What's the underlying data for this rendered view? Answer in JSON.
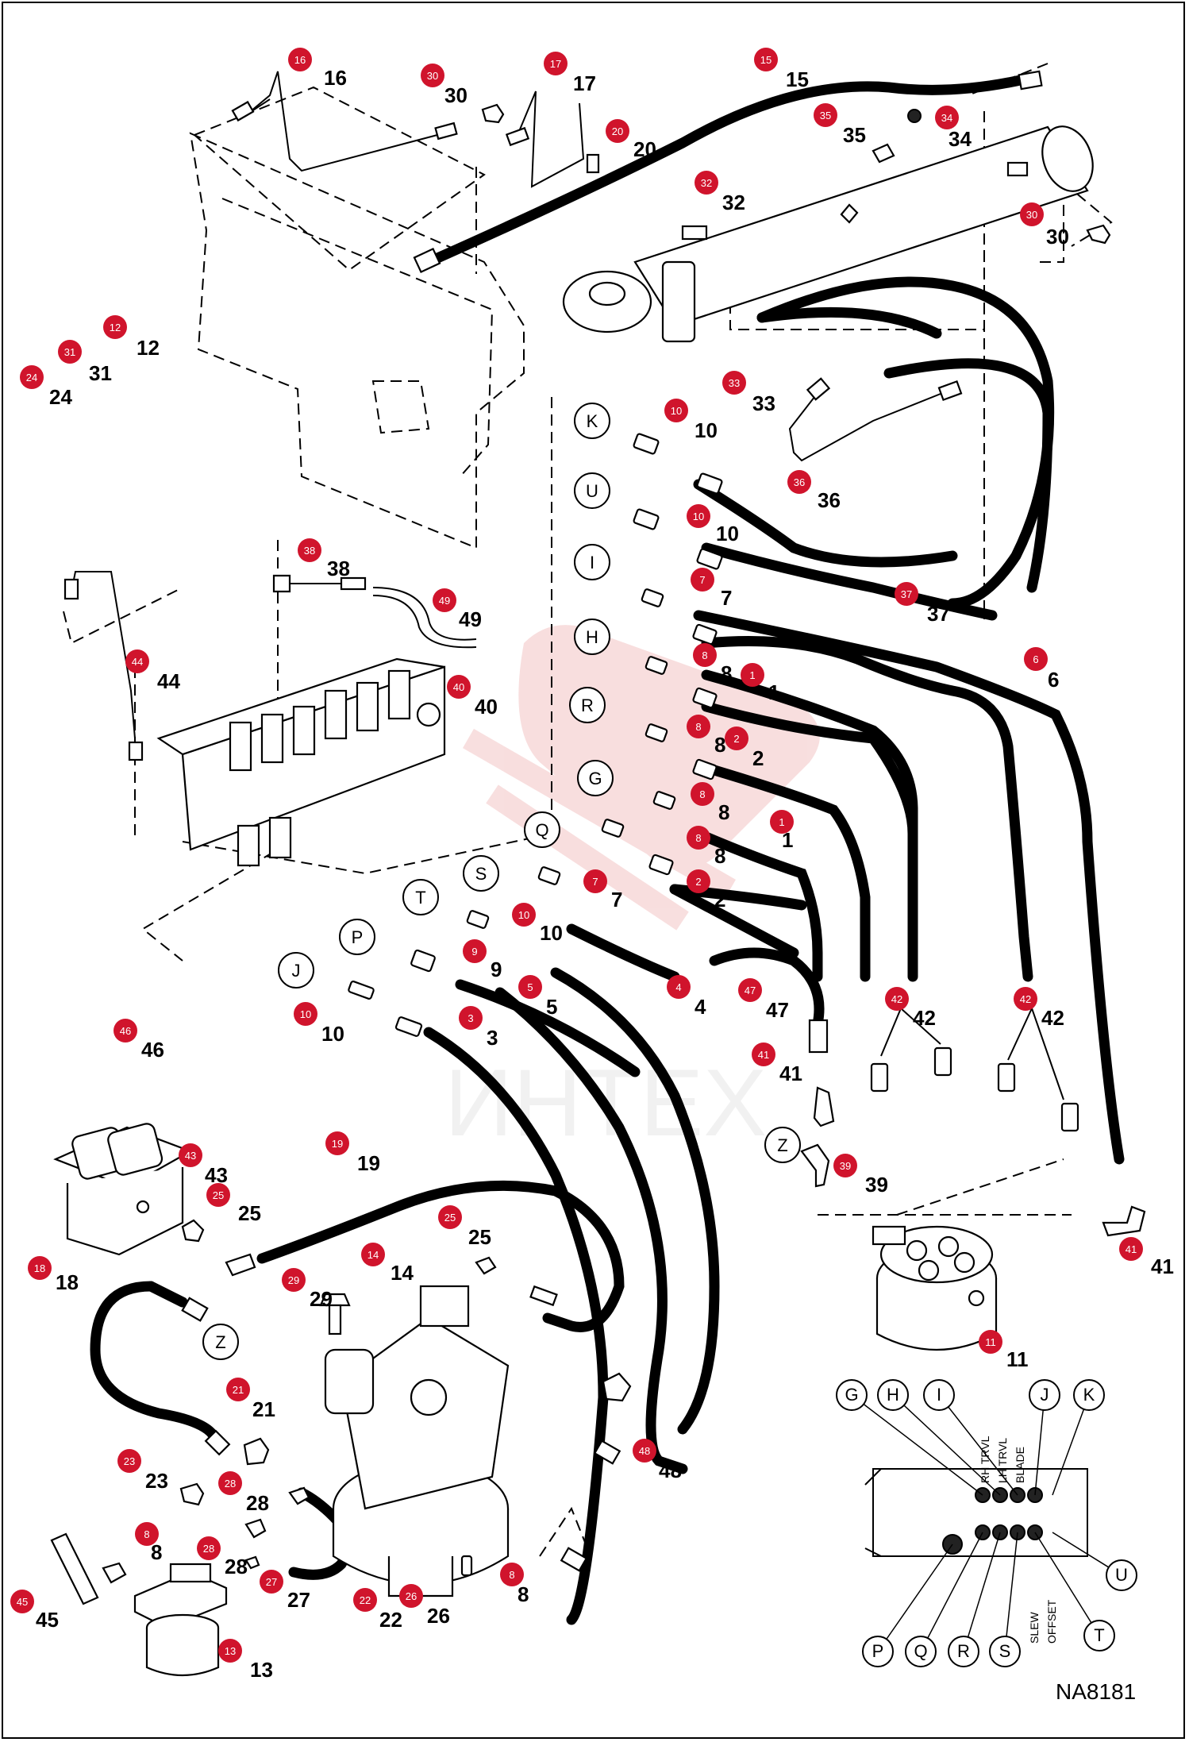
{
  "watermark": "ИНТЕХ",
  "figure_code": "NA8181",
  "colors": {
    "callout": "#d0142c",
    "line": "#000000",
    "watermark": "#e8a0a0"
  },
  "callouts": [
    {
      "label": "16",
      "num": "16"
    },
    {
      "label": "30",
      "num": "30"
    },
    {
      "label": "17",
      "num": "17"
    },
    {
      "label": "20",
      "num": "20"
    },
    {
      "label": "15",
      "num": "15"
    },
    {
      "label": "35",
      "num": "35"
    },
    {
      "label": "34",
      "num": "34"
    },
    {
      "label": "32",
      "num": "32"
    },
    {
      "label": "30",
      "num": "30"
    },
    {
      "label": "12",
      "num": "12"
    },
    {
      "label": "31",
      "num": "31"
    },
    {
      "label": "24",
      "num": "24"
    },
    {
      "label": "33",
      "num": "33"
    },
    {
      "label": "10",
      "num": "10"
    },
    {
      "label": "36",
      "num": "36"
    },
    {
      "label": "10",
      "num": "10"
    },
    {
      "label": "38",
      "num": "38"
    },
    {
      "label": "7",
      "num": "7"
    },
    {
      "label": "37",
      "num": "37"
    },
    {
      "label": "49",
      "num": "49"
    },
    {
      "label": "8",
      "num": "8"
    },
    {
      "label": "6",
      "num": "6"
    },
    {
      "label": "44",
      "num": "44"
    },
    {
      "label": "1",
      "num": "1"
    },
    {
      "label": "40",
      "num": "40"
    },
    {
      "label": "8",
      "num": "8"
    },
    {
      "label": "2",
      "num": "2"
    },
    {
      "label": "8",
      "num": "8"
    },
    {
      "label": "1",
      "num": "1"
    },
    {
      "label": "8",
      "num": "8"
    },
    {
      "label": "2",
      "num": "2"
    },
    {
      "label": "7",
      "num": "7"
    },
    {
      "label": "10",
      "num": "10"
    },
    {
      "label": "9",
      "num": "9"
    },
    {
      "label": "47",
      "num": "47"
    },
    {
      "label": "5",
      "num": "5"
    },
    {
      "label": "4",
      "num": "4"
    },
    {
      "label": "42",
      "num": "42"
    },
    {
      "label": "42",
      "num": "42"
    },
    {
      "label": "3",
      "num": "3"
    },
    {
      "label": "10",
      "num": "10"
    },
    {
      "label": "46",
      "num": "46"
    },
    {
      "label": "41",
      "num": "41"
    },
    {
      "label": "39",
      "num": "39"
    },
    {
      "label": "19",
      "num": "19"
    },
    {
      "label": "43",
      "num": "43"
    },
    {
      "label": "25",
      "num": "25"
    },
    {
      "label": "25",
      "num": "25"
    },
    {
      "label": "41",
      "num": "41"
    },
    {
      "label": "18",
      "num": "18"
    },
    {
      "label": "29",
      "num": "29"
    },
    {
      "label": "14",
      "num": "14"
    },
    {
      "label": "11",
      "num": "11"
    },
    {
      "label": "21",
      "num": "21"
    },
    {
      "label": "48",
      "num": "48"
    },
    {
      "label": "23",
      "num": "23"
    },
    {
      "label": "28",
      "num": "28"
    },
    {
      "label": "8",
      "num": "8"
    },
    {
      "label": "28",
      "num": "28"
    },
    {
      "label": "27",
      "num": "27"
    },
    {
      "label": "22",
      "num": "22"
    },
    {
      "label": "26",
      "num": "26"
    },
    {
      "label": "8",
      "num": "8"
    },
    {
      "label": "45",
      "num": "45"
    },
    {
      "label": "13",
      "num": "13"
    }
  ],
  "port_letters": [
    {
      "letter": "K"
    },
    {
      "letter": "U"
    },
    {
      "letter": "I"
    },
    {
      "letter": "H"
    },
    {
      "letter": "R"
    },
    {
      "letter": "G"
    },
    {
      "letter": "Q"
    },
    {
      "letter": "S"
    },
    {
      "letter": "T"
    },
    {
      "letter": "P"
    },
    {
      "letter": "J"
    },
    {
      "letter": "Z"
    },
    {
      "letter": "Z"
    }
  ],
  "valve_inset": {
    "top_ports": [
      "G",
      "H",
      "I",
      "J",
      "K"
    ],
    "bottom_ports": [
      "P",
      "Q",
      "R",
      "S",
      "T",
      "U"
    ],
    "top_labels": [
      "RH TRVL",
      "LH TRVL",
      "BLADE"
    ],
    "bottom_labels": [
      "SLEW",
      "OFFSET"
    ]
  }
}
